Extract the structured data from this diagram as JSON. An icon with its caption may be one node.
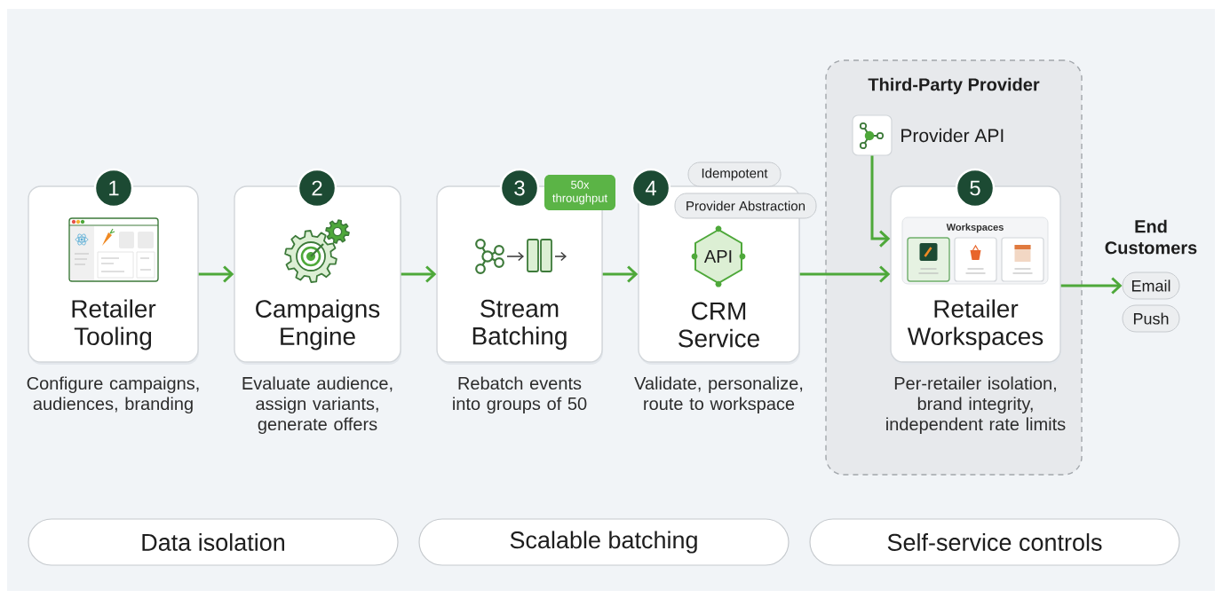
{
  "diagram": {
    "nodes": [
      {
        "text": [
          "1"
        ]
      },
      {
        "text": [
          "Retailer Tooling"
        ],
        "beside": [
          "Configure campaigns, audiences, branding"
        ]
      },
      {
        "text": [
          "2"
        ]
      },
      {
        "text": [
          "Campaigns Engine"
        ],
        "beside": [
          "Evaluate audience, assign variants, generate offers"
        ]
      },
      {
        "text": [
          "3"
        ]
      },
      {
        "text": [
          "50x throughput"
        ]
      },
      {
        "text": [
          "Stream Batching"
        ],
        "beside": [
          "Rebatch events into groups of 50"
        ]
      },
      {
        "text": [
          "4"
        ]
      },
      {
        "text": [
          "Idempotent"
        ]
      },
      {
        "text": [
          "Provider Abstraction"
        ]
      },
      {
        "text": [
          "CRM Service"
        ],
        "beside": [
          "Validate, personalize, route to workspace"
        ]
      },
      {
        "text": [
          "API"
        ],
        "in": 10
      },
      {
        "text": [
          "Third-Party Provider"
        ]
      },
      {
        "text": [],
        "shape": "box",
        "beside": [
          "Provider API"
        ],
        "in": 12
      },
      {
        "text": [
          "5"
        ],
        "in": 12
      },
      {
        "text": [
          "Retailer Workspaces"
        ],
        "beside": [
          "Per-retailer isolation, brand integrity, independent rate limits"
        ],
        "in": 12
      },
      {
        "text": [
          "Workspaces"
        ],
        "in": 15
      },
      {
        "text": [
          "Email"
        ]
      },
      {
        "text": [
          "Push"
        ]
      },
      {
        "text": [
          "Data isolation"
        ]
      },
      {
        "text": [
          "Scalable batching"
        ]
      },
      {
        "text": [
          "Self-service controls"
        ]
      }
    ],
    "edges": [
      {
        "from": 1,
        "to": 3,
        "arrow": "to"
      },
      {
        "from": 3,
        "to": 6,
        "arrow": "to"
      },
      {
        "from": 6,
        "to": 10,
        "arrow": "to"
      },
      {
        "from": 10,
        "to": 15,
        "arrow": "to"
      },
      {
        "from": 13,
        "to": 15,
        "arrow": "to"
      },
      {
        "from": 15,
        "to": 17,
        "arrow": "to"
      }
    ],
    "labels": [
      "End Customers"
    ]
  }
}
